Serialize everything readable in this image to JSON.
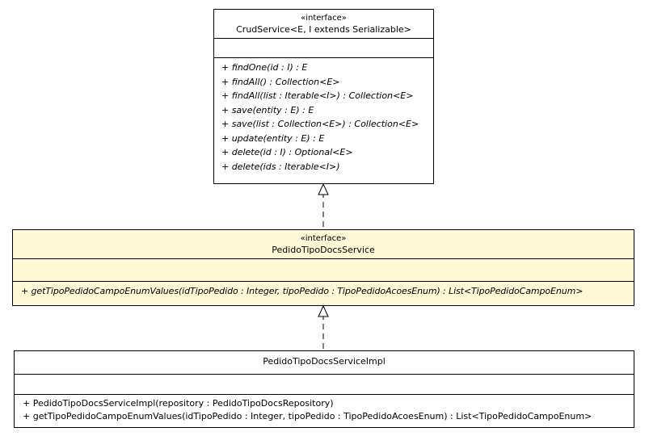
{
  "classes": {
    "crud": {
      "stereotype": "«interface»",
      "name": "CrudService<E, I extends Serializable>",
      "operations": [
        "+ findOne(id : I) : E",
        "+ findAll() : Collection<E>",
        "+ findAll(list : Iterable<I>) : Collection<E>",
        "+ save(entity : E) : E",
        "+ save(list : Collection<E>) : Collection<E>",
        "+ update(entity : E) : E",
        "+ delete(id : I) : Optional<E>",
        "+ delete(ids : Iterable<I>)"
      ]
    },
    "service": {
      "stereotype": "«interface»",
      "name": "PedidoTipoDocsService",
      "operations": [
        "+ getTipoPedidoCampoEnumValues(idTipoPedido : Integer, tipoPedido : TipoPedidoAcoesEnum) : List<TipoPedidoCampoEnum>"
      ]
    },
    "impl": {
      "name": "PedidoTipoDocsServiceImpl",
      "operations": [
        "+ PedidoTipoDocsServiceImpl(repository : PedidoTipoDocsRepository)",
        "+ getTipoPedidoCampoEnumValues(idTipoPedido : Integer, tipoPedido : TipoPedidoAcoesEnum) : List<TipoPedidoCampoEnum>"
      ]
    }
  },
  "colors": {
    "highlight_fill": "#fff9d6",
    "line": "#000000"
  }
}
